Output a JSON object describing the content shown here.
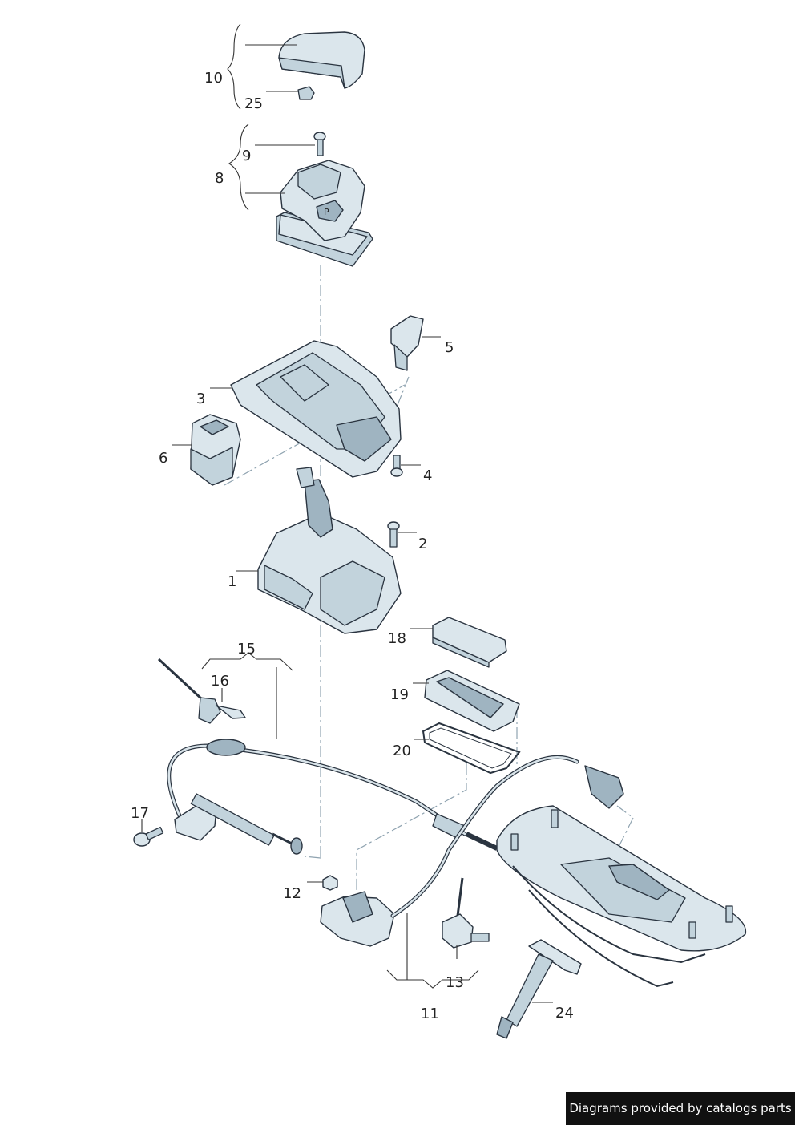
{
  "labels": {
    "p1": "1",
    "p2": "2",
    "p3": "3",
    "p4": "4",
    "p5": "5",
    "p6": "6",
    "p8": "8",
    "p9": "9",
    "p10": "10",
    "p11": "11",
    "p12": "12",
    "p13": "13",
    "p15": "15",
    "p16": "16",
    "p17": "17",
    "p18": "18",
    "p19": "19",
    "p20": "20",
    "p24": "24",
    "p25": "25"
  },
  "selector_marking": "P",
  "credit": "Diagrams provided by catalogs parts"
}
